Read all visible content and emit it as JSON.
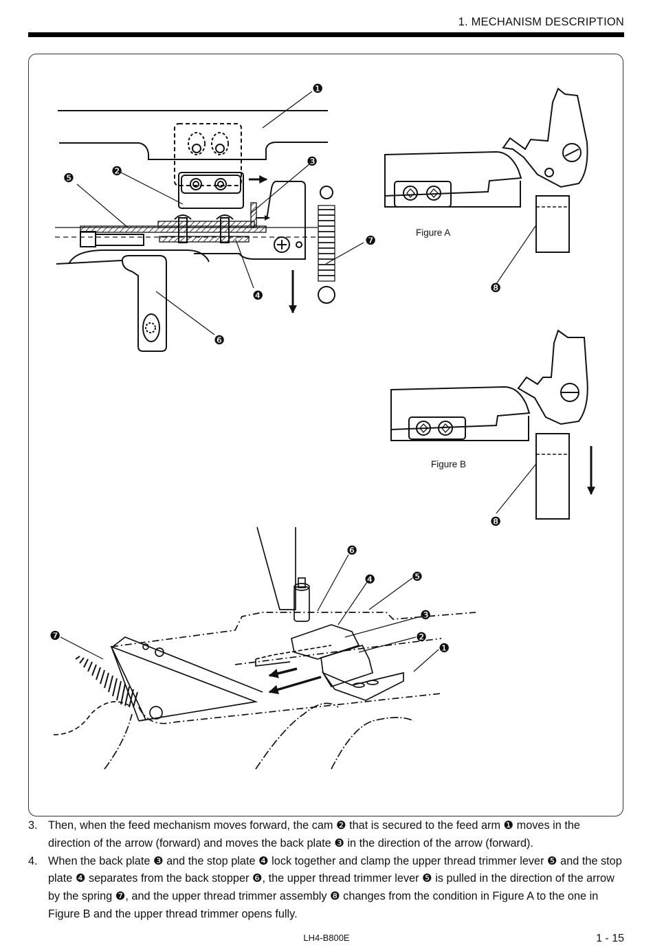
{
  "header": {
    "section_title": "1. MECHANISM DESCRIPTION"
  },
  "figure": {
    "figure_a_label": "Figure A",
    "figure_b_label": "Figure B",
    "callout_numbers": [
      "❶",
      "❷",
      "❸",
      "❹",
      "❺",
      "❻",
      "❼",
      "❽"
    ]
  },
  "steps": [
    {
      "number": "3.",
      "text": "Then, when the feed mechanism moves forward, the cam ❷ that is secured to the feed arm ❶ moves in the direction of the arrow (forward) and moves the back plate ❸ in the direction of the arrow (forward)."
    },
    {
      "number": "4.",
      "text": "When the back plate ❸ and the stop plate ❹ lock together and clamp the upper thread trimmer lever ❺ and the stop plate ❹ separates from the back stopper ❻, the upper thread trimmer lever ❺ is pulled in the direction of the arrow by the spring ❼, and the upper thread trimmer assembly ❽ changes from the condition in Figure A to the one in Figure B and the upper thread trimmer opens fully."
    }
  ],
  "footer": {
    "doc_code": "LH4-B800E",
    "page_number": "1 - 15"
  }
}
